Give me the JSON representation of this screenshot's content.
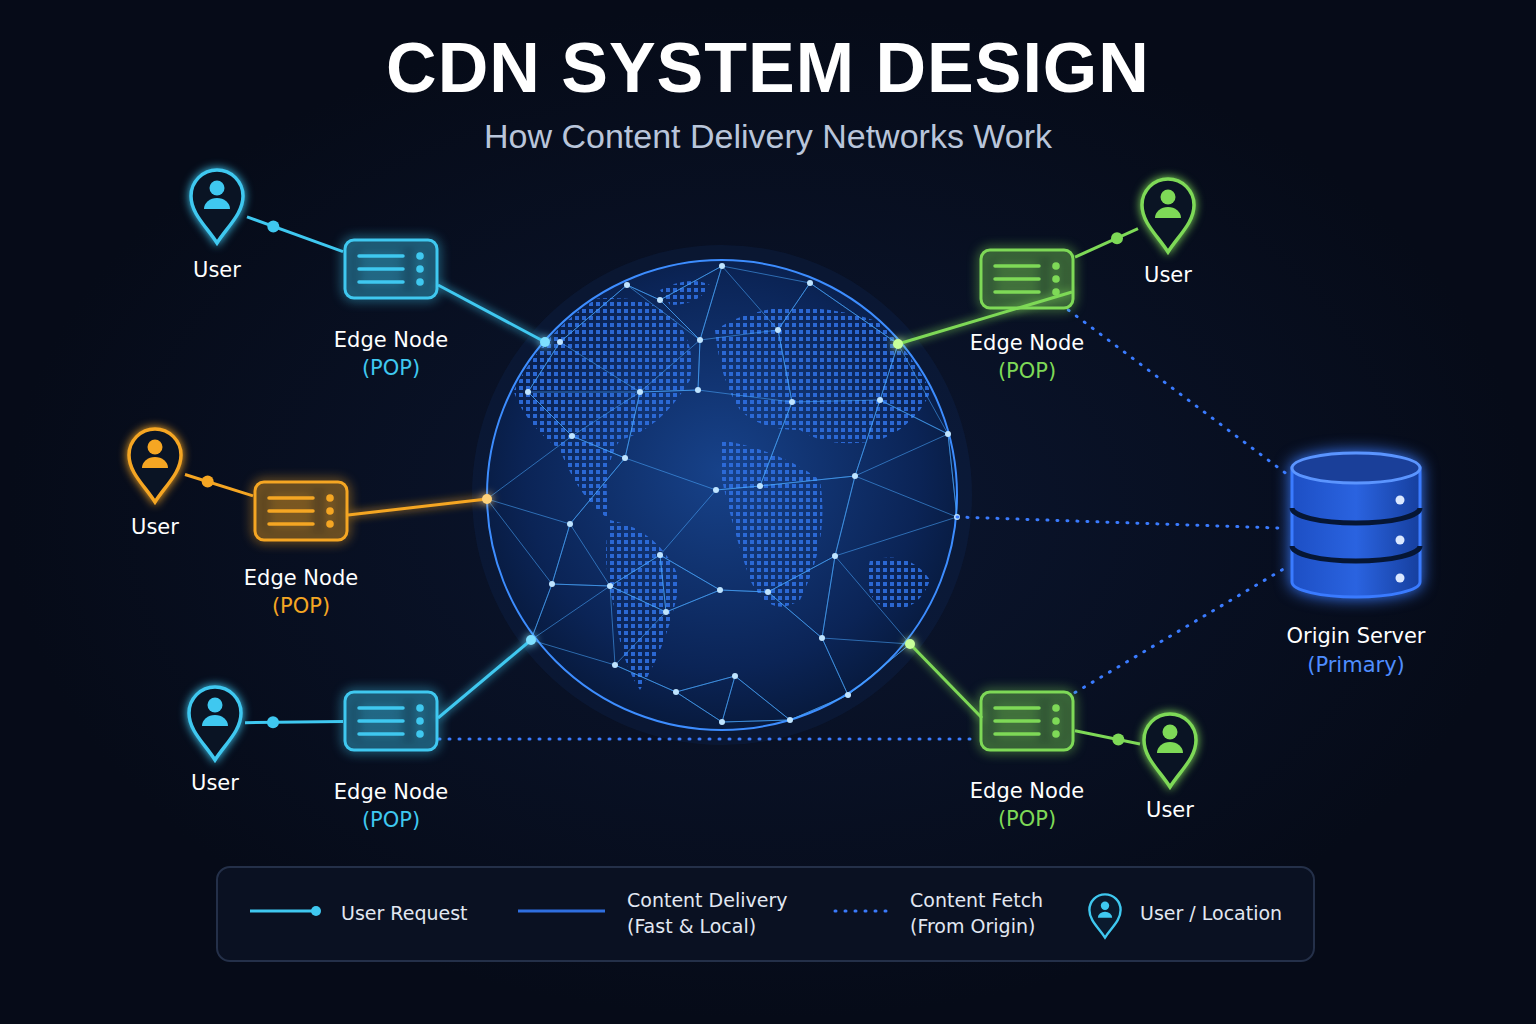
{
  "diagram": {
    "title": "CDN SYSTEM DESIGN",
    "caption": "How Content Delivery Networks Work",
    "nodes": [
      {
        "text": [
          "User"
        ]
      },
      {
        "text": [
          "Edge Node",
          "(POP)"
        ]
      },
      {
        "text": [
          "Edge Node",
          "(POP)"
        ]
      },
      {
        "text": [
          "User"
        ]
      },
      {
        "text": [
          "User"
        ]
      },
      {
        "text": [
          "Edge Node",
          "(POP)"
        ]
      },
      {
        "text": [
          "Origin Server",
          "(Primary)"
        ]
      },
      {
        "text": [
          "User"
        ]
      },
      {
        "text": [
          "Edge Node",
          "(POP)"
        ]
      },
      {
        "text": [
          "Edge Node",
          "(POP)"
        ]
      },
      {
        "text": [
          "User"
        ]
      }
    ],
    "edges": [
      {
        "from": 0,
        "to": 1,
        "arrow": "none"
      },
      {
        "from": 3,
        "to": 2,
        "arrow": "none"
      },
      {
        "from": 4,
        "to": 5,
        "arrow": "none"
      },
      {
        "from": 7,
        "to": 8,
        "arrow": "none"
      },
      {
        "from": 10,
        "to": 9,
        "arrow": "none"
      },
      {
        "from": 2,
        "to": 6,
        "arrow": "none"
      },
      {
        "from": 9,
        "to": 6,
        "arrow": "none"
      },
      {
        "from": 8,
        "to": 9,
        "arrow": "none"
      }
    ],
    "legend": [
      {
        "text": "User Request"
      },
      {
        "text": "Content Delivery (Fast & Local)"
      },
      {
        "text": "Content Fetch (From Origin)"
      },
      {
        "text": "User / Location"
      }
    ]
  }
}
